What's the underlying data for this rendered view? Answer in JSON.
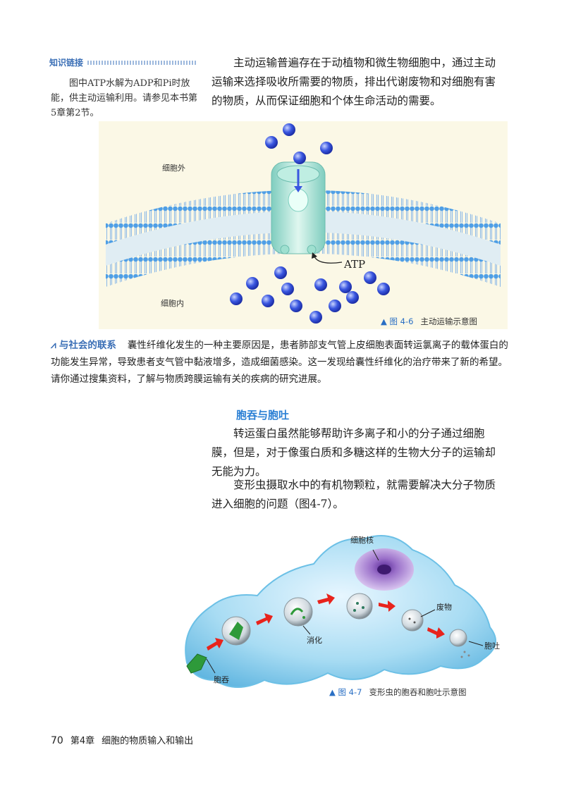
{
  "sidebar": {
    "title": "知识链接",
    "text": "图中ATP水解为ADP和Pi时放能，供主动运输利用。请参见本书第5章第2节。"
  },
  "intro_paragraph": "主动运输普遍存在于动植物和微生物细胞中，通过主动运输来选择吸收所需要的物质，排出代谢废物和对细胞有害的物质，从而保证细胞和个体生命活动的需要。",
  "figure1": {
    "label_outside": "细胞外",
    "label_inside": "细胞内",
    "label_atp": "ATP",
    "caption_number": "图 4-6",
    "caption_text": "主动运输示意图",
    "colors": {
      "membrane": "#5fa8e6",
      "ion": "#2f4fd8",
      "protein": "#a8e6d8",
      "background": "#fbf8e6"
    }
  },
  "society": {
    "tag": "与社会的联系",
    "text": "囊性纤维化发生的一种主要原因是，患者肺部支气管上皮细胞表面转运氯离子的载体蛋白的功能发生异常，导致患者支气管中黏液增多，造成细菌感染。这一发现给囊性纤维化的治疗带来了新的希望。请你通过搜集资料，了解与物质跨膜运输有关的疾病的研究进展。"
  },
  "section": {
    "heading": "胞吞与胞吐",
    "paragraph1": "转运蛋白虽然能够帮助许多离子和小的分子通过细胞膜，但是，对于像蛋白质和多糖这样的生物大分子的运输却无能为力。",
    "paragraph2": "变形虫摄取水中的有机物颗粒，就需要解决大分子物质进入细胞的问题（图4-7）。"
  },
  "figure2": {
    "label_nucleus": "细胞核",
    "label_waste": "废物",
    "label_digestion": "消化",
    "label_exocytosis": "胞吐",
    "label_endocytosis": "胞吞",
    "caption_number": "图 4-7",
    "caption_text": "变形虫的胞吞和胞吐示意图",
    "colors": {
      "cell": "#8fd3ee",
      "nucleus": "#9a6fc9",
      "arrow": "#e8231c",
      "particle": "#2e9a3a"
    }
  },
  "footer": {
    "page_number": "70",
    "chapter": "第4章",
    "chapter_title": "细胞的物质输入和输出"
  }
}
